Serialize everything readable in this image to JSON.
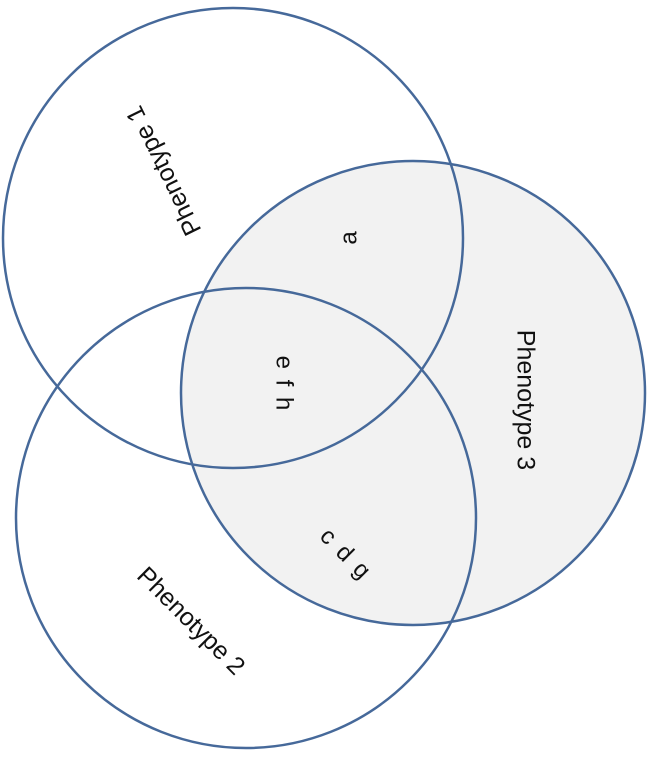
{
  "diagram": {
    "sets": [
      {
        "id": "set1",
        "label": "Phenotype 1"
      },
      {
        "id": "set2",
        "label": "Phenotype 2"
      },
      {
        "id": "set3",
        "label": "Phenotype 3"
      }
    ],
    "regions": {
      "set1_set3": "a",
      "set1_set2_set3": "e f h",
      "set2_set3": "c d g"
    },
    "colors": {
      "outline": "#46699a",
      "set3_fill": "#f2f2f2",
      "background": "#ffffff"
    }
  }
}
